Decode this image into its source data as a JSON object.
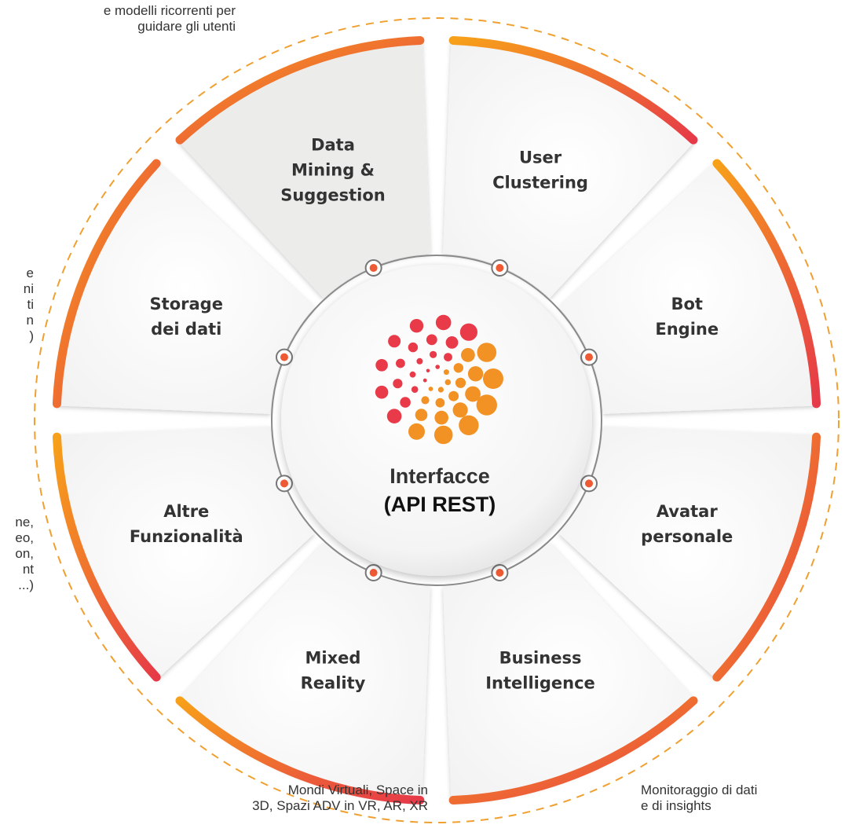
{
  "notes": {
    "top": [
      "e modelli ricorrenti per",
      "guidare gli utenti"
    ],
    "bottom_left": [
      "Mondi Virtuali, Space in",
      "3D, Spazi ADV in VR, AR, XR"
    ],
    "bottom_right": [
      "Monitoraggio di dati",
      "e di insights"
    ],
    "left_clipped_1": [
      "e",
      "ni",
      "ti",
      "n",
      ")"
    ],
    "left_clipped_2": [
      "ne,",
      "eo,",
      "on,",
      "nt",
      "...)"
    ]
  },
  "segments": [
    {
      "id": "data-mining",
      "lines": [
        "Data",
        "Mining &",
        "Suggestion"
      ],
      "highlight": true
    },
    {
      "id": "user-clustering",
      "lines": [
        "User",
        "Clustering"
      ]
    },
    {
      "id": "bot-engine",
      "lines": [
        "Bot",
        "Engine"
      ]
    },
    {
      "id": "avatar-personale",
      "lines": [
        "Avatar",
        "personale"
      ]
    },
    {
      "id": "business-intelligence",
      "lines": [
        "Business",
        "Intelligence"
      ]
    },
    {
      "id": "mixed-reality",
      "lines": [
        "Mixed",
        "Reality"
      ]
    },
    {
      "id": "altre-funzionalita",
      "lines": [
        "Altre",
        "Funzionalità"
      ]
    },
    {
      "id": "storage-dati",
      "lines": [
        "Storage",
        "dei dati"
      ]
    }
  ],
  "center": {
    "title": "Interfacce",
    "subtitle": "(API REST)",
    "logo_icon": "dot-sphere-icon"
  },
  "colors": {
    "accent_orange": "#f5a01e",
    "accent_red": "#e8384a",
    "ring_gray": "#8a8a8a",
    "dashed_ring": "#f0a030"
  }
}
